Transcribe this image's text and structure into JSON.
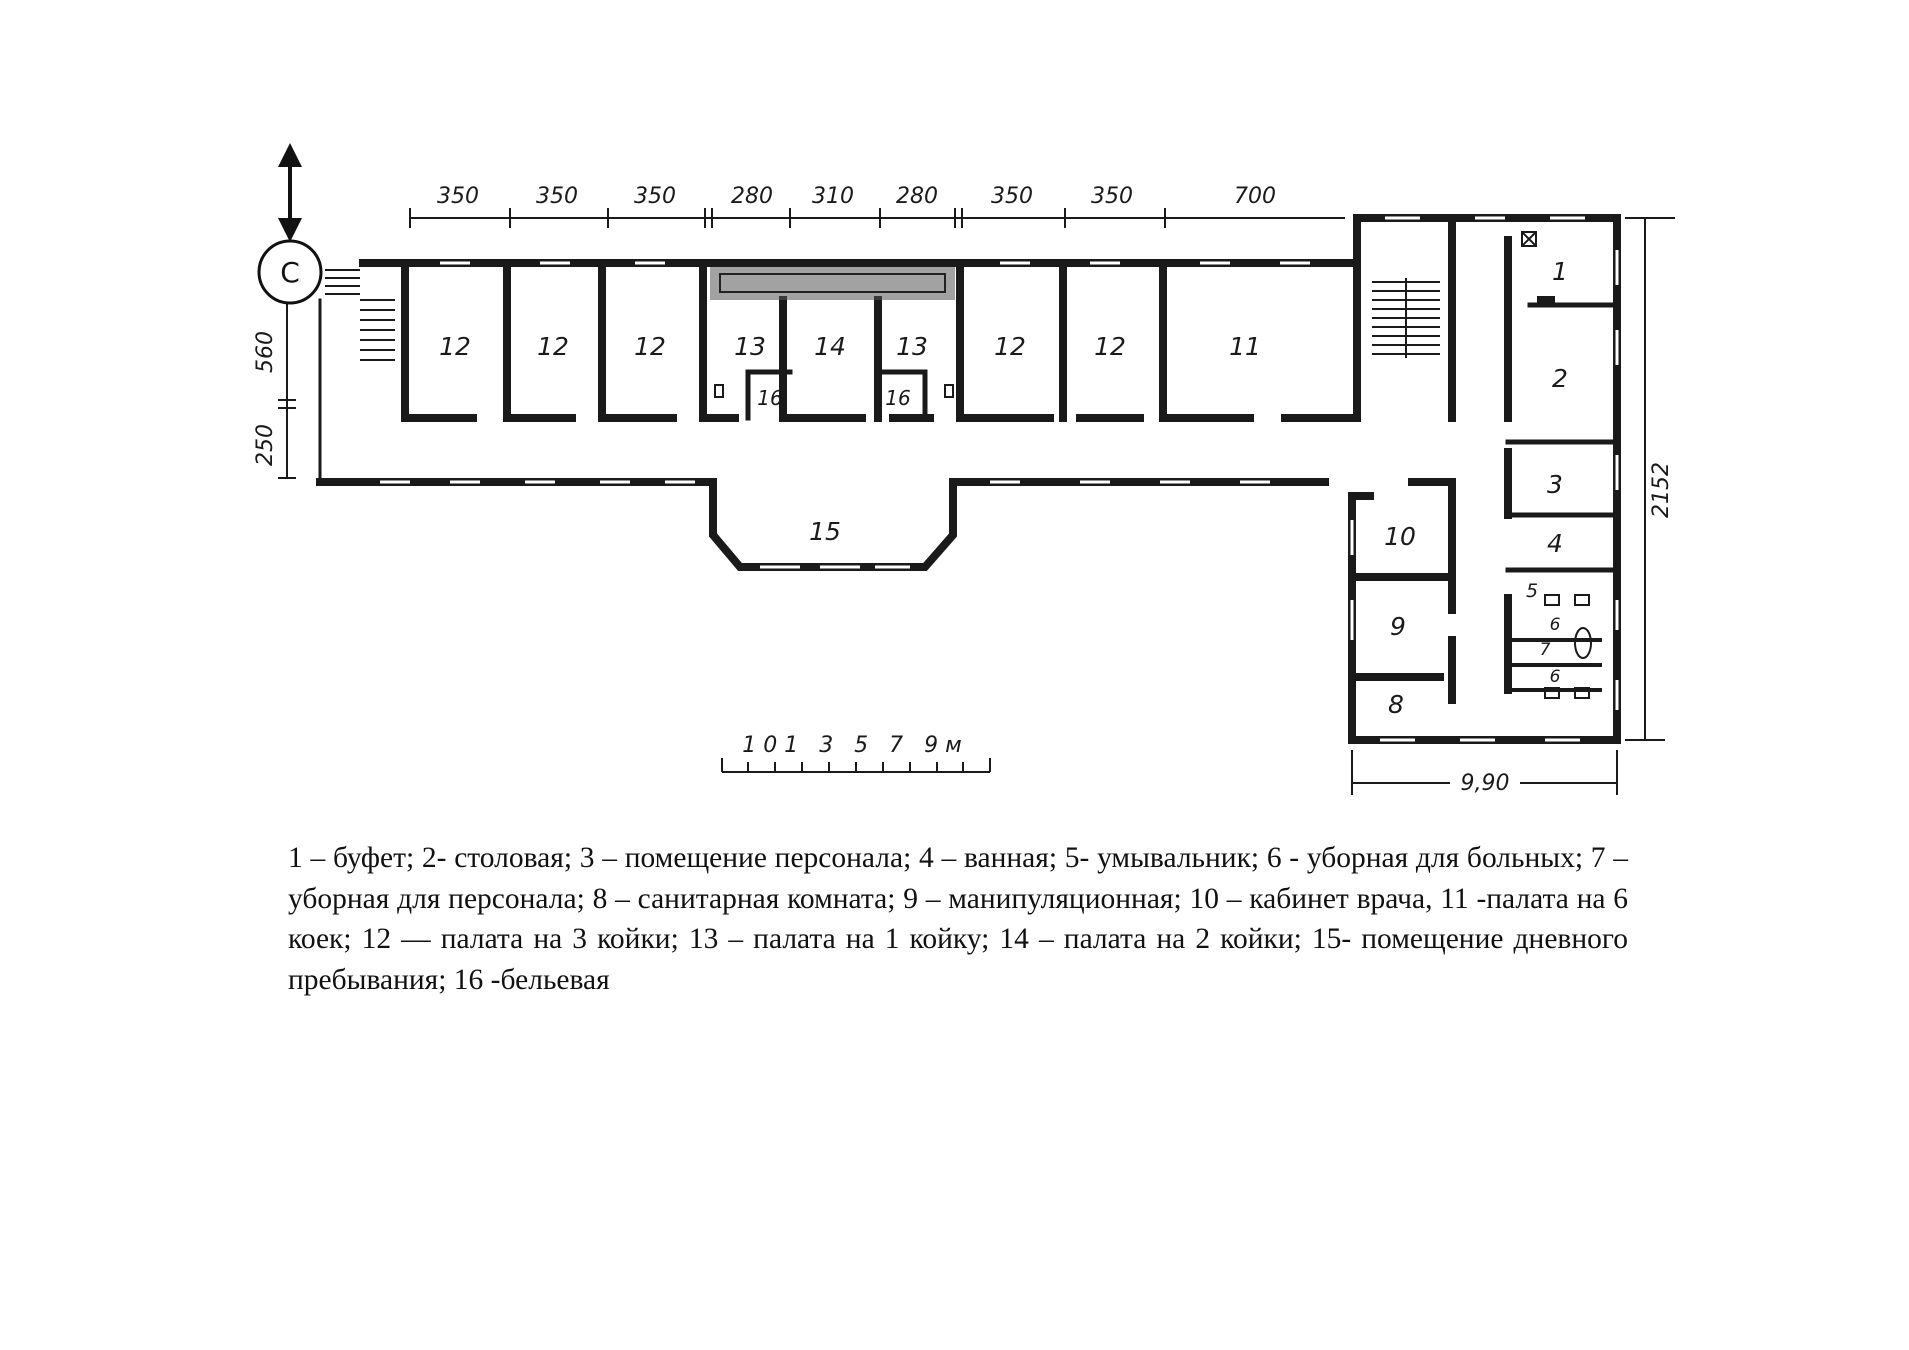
{
  "plan": {
    "top_dimensions": [
      "350",
      "350",
      "350",
      "280",
      "310",
      "280",
      "350",
      "350",
      "700"
    ],
    "left_dimensions": [
      "560",
      "250"
    ],
    "right_dimension": "2152",
    "bottom_dimension": "9,90",
    "scale_label": "1 0 1   3   5   7   9 м",
    "entrance_marker": "С",
    "rooms": {
      "r12a": "12",
      "r12b": "12",
      "r12c": "12",
      "r13a": "13",
      "r14": "14",
      "r13b": "13",
      "r12d": "12",
      "r12e": "12",
      "r11": "11",
      "r16a": "16",
      "r16b": "16",
      "r15": "15",
      "r1": "1",
      "r2": "2",
      "r3": "3",
      "r4": "4",
      "r5": "5",
      "r6a": "6",
      "r7": "7",
      "r6b": "6",
      "r10": "10",
      "r9": "9",
      "r8": "8"
    }
  },
  "legend": {
    "text": "1 – буфет; 2- столовая; 3 – помещение персонала; 4 – ванная; 5- умывальник; 6 - уборная для больных; 7 – уборная для персонала; 8 – санитарная комната; 9 – манипуляционная; 10 – кабинет врача, 11 -палата на 6 коек; 12 — палата на 3 койки; 13 – палата на 1 койку; 14 – палата на 2 койки; 15-  помещение дневного пребывания; 16 -бельевая"
  }
}
